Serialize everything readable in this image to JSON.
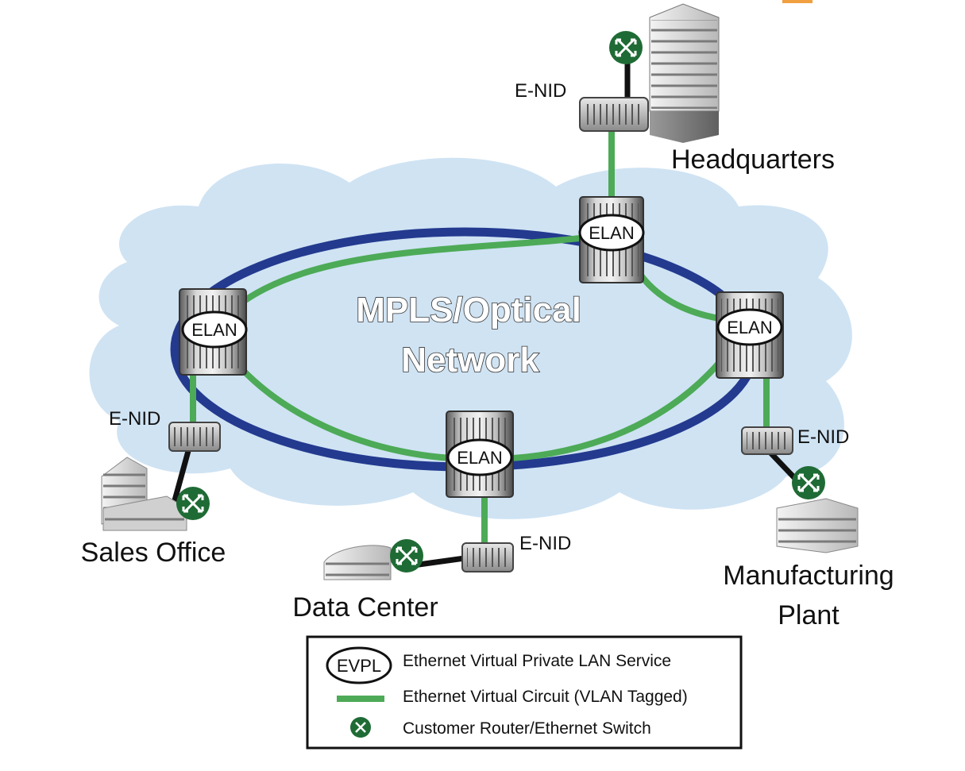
{
  "diagram": {
    "cloud": {
      "title_line1": "MPLS/Optical",
      "title_line2": "Network"
    },
    "elan_nodes": [
      {
        "id": "top",
        "label": "ELAN"
      },
      {
        "id": "left",
        "label": "ELAN"
      },
      {
        "id": "right",
        "label": "ELAN"
      },
      {
        "id": "bottom",
        "label": "ELAN"
      }
    ],
    "enid_labels": [
      {
        "id": "hq",
        "label": "E-NID"
      },
      {
        "id": "sales",
        "label": "E-NID"
      },
      {
        "id": "mfg",
        "label": "E-NID"
      },
      {
        "id": "dc",
        "label": "E-NID"
      }
    ],
    "sites": {
      "headquarters": "Headquarters",
      "sales_office": "Sales Office",
      "data_center": "Data Center",
      "manufacturing_line1": "Manufacturing",
      "manufacturing_line2": "Plant"
    },
    "legend": {
      "evpl_symbol": "EVPL",
      "evpl_text": "Ethernet Virtual Private LAN Service",
      "evc_text": "Ethernet Virtual Circuit  (VLAN Tagged)",
      "router_text": "Customer Router/Ethernet Switch"
    },
    "colors": {
      "cloud": "#cfe3f3",
      "ring": "#233a8f",
      "evc": "#4daa57",
      "router": "#1f6b35",
      "accent_corner": "#f0a040"
    }
  }
}
